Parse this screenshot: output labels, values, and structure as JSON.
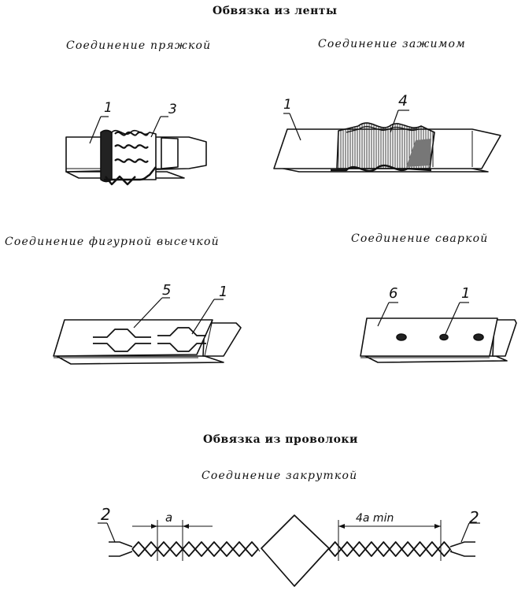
{
  "sections": {
    "tape_title": "Обвязка из ленты",
    "wire_title": "Обвязка из проволоки"
  },
  "captions": {
    "buckle": "Соединение пряжкой",
    "clamp": "Соединение зажимом",
    "punch": "Соединение фигурной высечкой",
    "weld": "Соединение сваркой",
    "twist": "Соединение закруткой"
  },
  "labels": {
    "tape": "1",
    "wire": "2",
    "buckle": "3",
    "clamp": "4",
    "punch": "5",
    "weld": "6",
    "pitch": "a",
    "twist_len": "4a min"
  }
}
